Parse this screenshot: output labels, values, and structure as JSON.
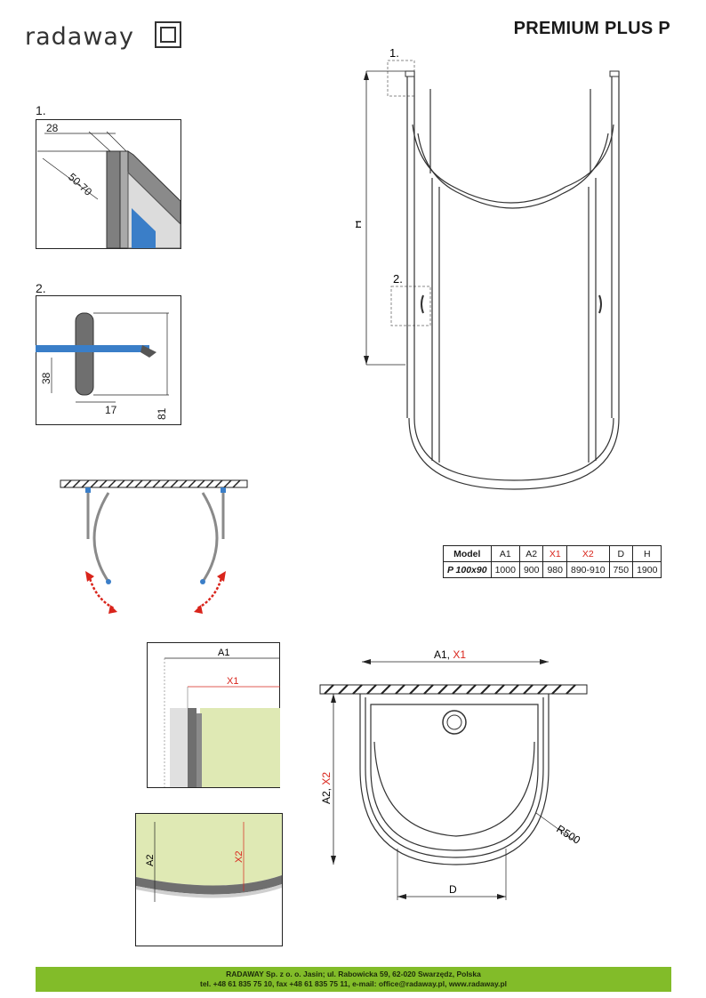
{
  "header": {
    "logo_text": "radaway",
    "title": "PREMIUM PLUS P"
  },
  "details": {
    "detail1": {
      "label": "1.",
      "dim_a": "28",
      "dim_b": "50-70"
    },
    "detail2": {
      "label": "2.",
      "dim_a": "38",
      "dim_b": "17",
      "dim_c": "81"
    }
  },
  "main_view": {
    "callout1": "1.",
    "callout2": "2.",
    "height_label": "H"
  },
  "spec_table": {
    "headers": [
      "Model",
      "A1",
      "A2",
      "X1",
      "X2",
      "D",
      "H"
    ],
    "rows": [
      [
        "P 100x90",
        "1000",
        "900",
        "980",
        "890-910",
        "750",
        "1900"
      ]
    ]
  },
  "plan_view": {
    "width_label_a": "A1, ",
    "width_label_x": "X1",
    "depth_label_a": "A2, ",
    "depth_label_x": "X2",
    "radius_label": "R500",
    "door_label": "D"
  },
  "section_top": {
    "a_label": "A1",
    "x_label": "X1"
  },
  "section_bottom": {
    "a_label": "A2",
    "x_label": "X2"
  },
  "footer": {
    "line1": "RADAWAY Sp. z o. o. Jasin; ul. Rabowicka 59, 62-020 Swarzędz, Polska",
    "line2": "tel. +48 61 835 75 10, fax +48 61 835 75 11, e-mail: office@radaway.pl, www.radaway.pl"
  },
  "colors": {
    "brand_green": "#82bc29",
    "accent_red": "#d9241b",
    "glass_blue": "#3a7ec8",
    "panel_green": "#dfe9b4"
  }
}
